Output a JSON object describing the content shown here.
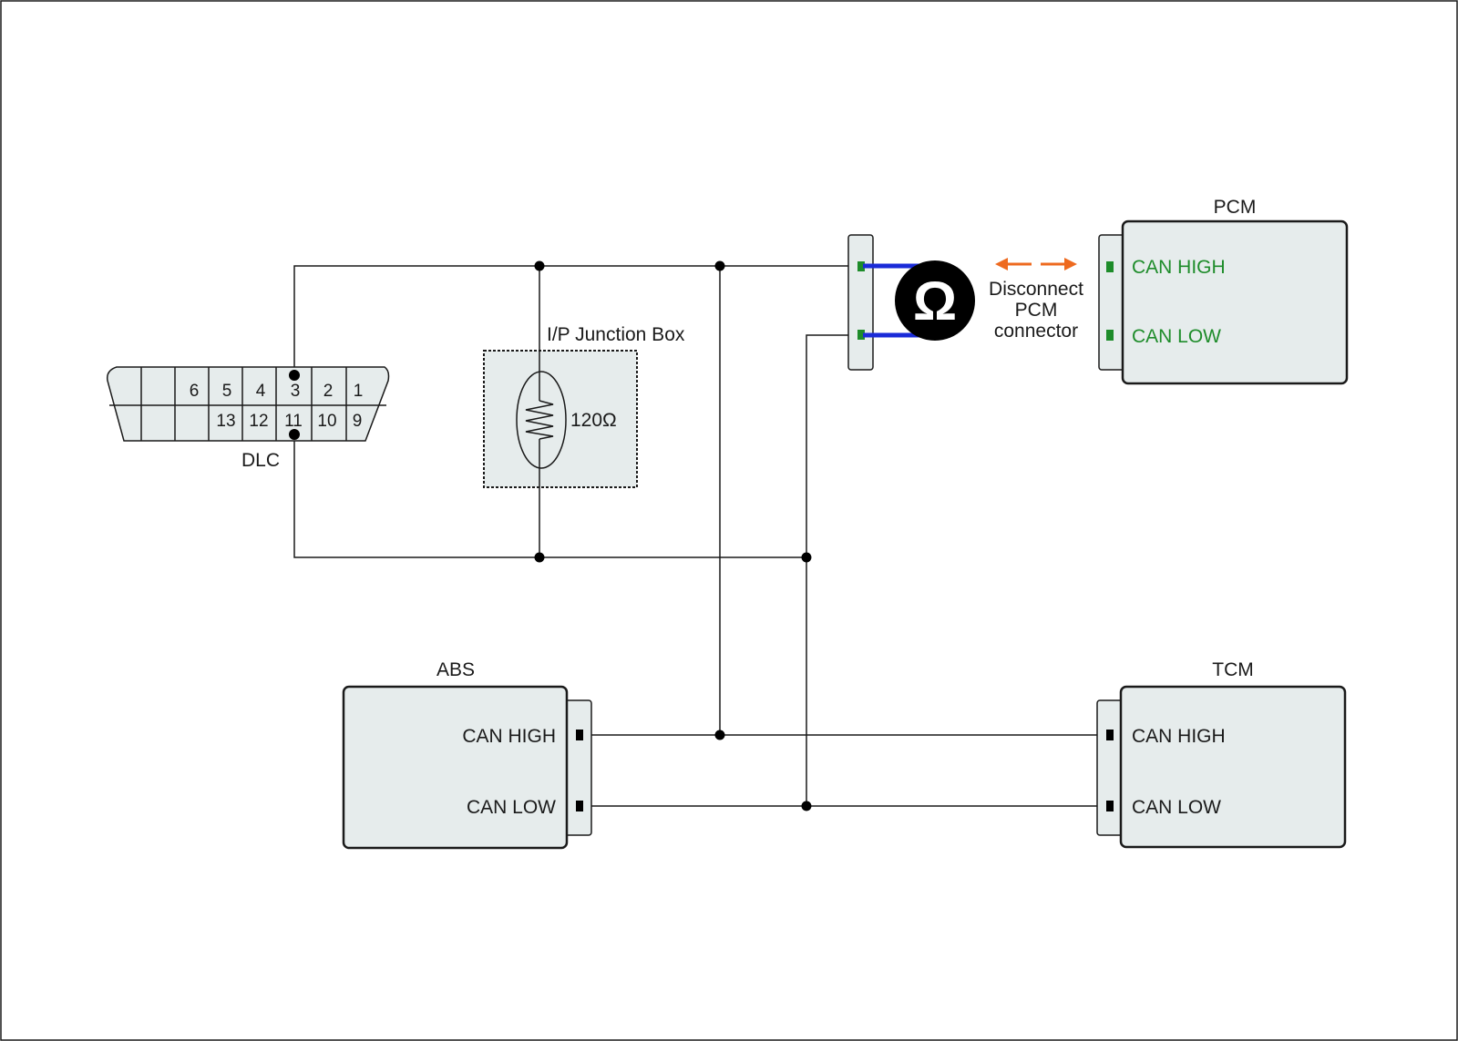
{
  "colors": {
    "background": "#ffffff",
    "module_fill": "#e6ecec",
    "wire": "#1a1a1a",
    "probe_lead": "#1a2bd8",
    "pcm_pin": "#1e8c2a",
    "arrow": "#ee6a1f",
    "meter_body": "#000000"
  },
  "dlc": {
    "label": "DLC",
    "top_pins": [
      "6",
      "5",
      "4",
      "3",
      "2",
      "1"
    ],
    "bottom_pins": [
      "13",
      "12",
      "11",
      "10",
      "9"
    ]
  },
  "junction_box": {
    "label": "I/P Junction Box",
    "resistor_value": "120Ω"
  },
  "meter": {
    "icon": "ohmmeter-icon",
    "symbol": "Ω"
  },
  "pcm": {
    "title": "PCM",
    "pin_high": "CAN HIGH",
    "pin_low": "CAN LOW"
  },
  "note": {
    "line1": "Disconnect",
    "line2": "PCM",
    "line3": "connector"
  },
  "abs": {
    "title": "ABS",
    "pin_high": "CAN HIGH",
    "pin_low": "CAN LOW"
  },
  "tcm": {
    "title": "TCM",
    "pin_high": "CAN HIGH",
    "pin_low": "CAN LOW"
  }
}
